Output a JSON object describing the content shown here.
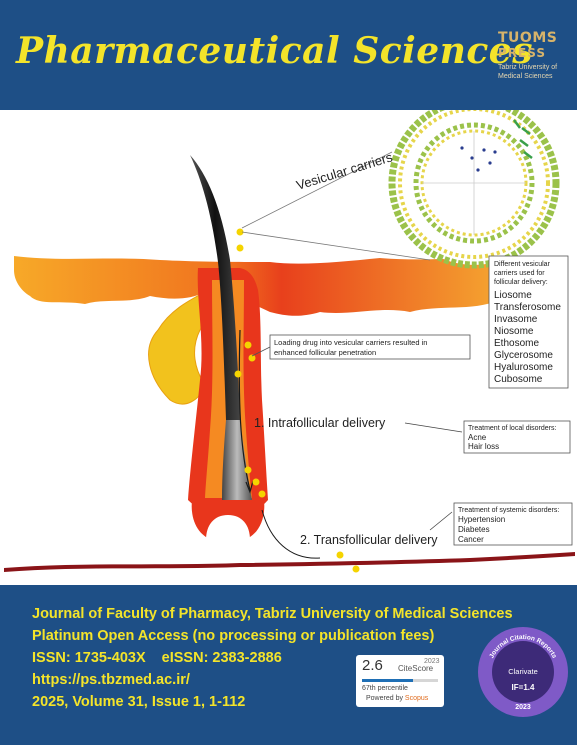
{
  "header": {
    "title": "Pharmaceutical Sciences",
    "press_line1": "TUOMS",
    "press_line2": "PRESS",
    "press_line3": "Tabriz University of",
    "press_line4": "Medical Sciences"
  },
  "illustration": {
    "vesicular_label": "Vesicular carriers",
    "carriers_box": {
      "heading1": "Different vesicular",
      "heading2": "carriers used for",
      "heading3": "follicular delivery:",
      "items": [
        "Liosome",
        "Transferosome",
        "Invasome",
        "Niosome",
        "Ethosome",
        "Glycerosome",
        "Hyalurosome",
        "Cubosome"
      ]
    },
    "loading_line1": "Loading drug into vesicular carriers resulted in",
    "loading_line2": "enhanced follicular penetration",
    "intra_label": "1. Intrafollicular delivery",
    "local_box": {
      "heading": "Treatment of local disorders:",
      "items": [
        "Acne",
        "Hair loss"
      ]
    },
    "trans_label": "2. Transfollicular delivery",
    "systemic_box": {
      "heading": "Treatment of systemic disorders:",
      "items": [
        "Hypertension",
        "Diabetes",
        "Cancer"
      ]
    }
  },
  "footer": {
    "journal": "Journal of Faculty of Pharmacy, Tabriz University of Medical Sciences",
    "access": "Platinum Open Access (no processing or publication fees)",
    "issn": "ISSN: 1735-403X",
    "eissn": "eISSN: 2383-2886",
    "url": "https://ps.tbzmed.ac.ir/",
    "volume": "2025, Volume 31, Issue 1, 1-112"
  },
  "citescore": {
    "value": "2.6",
    "label": "CiteScore",
    "year": "2023",
    "percentile": "67th percentile",
    "powered": "Powered by ",
    "scopus": "Scopus",
    "percentile_fraction": 0.67
  },
  "jcr_badge": {
    "arc_text": "Journal Citation Reports",
    "brand": "Clarivate",
    "impact": "IF=1.4",
    "year": "2023"
  },
  "colors": {
    "header_bg": "#1e4f86",
    "title_yellow": "#f4e42a",
    "skin_orange": "#f39a1f",
    "follicle_red": "#e8301c",
    "hair_black": "#1a1a1a",
    "dot_yellow": "#f5d400"
  }
}
